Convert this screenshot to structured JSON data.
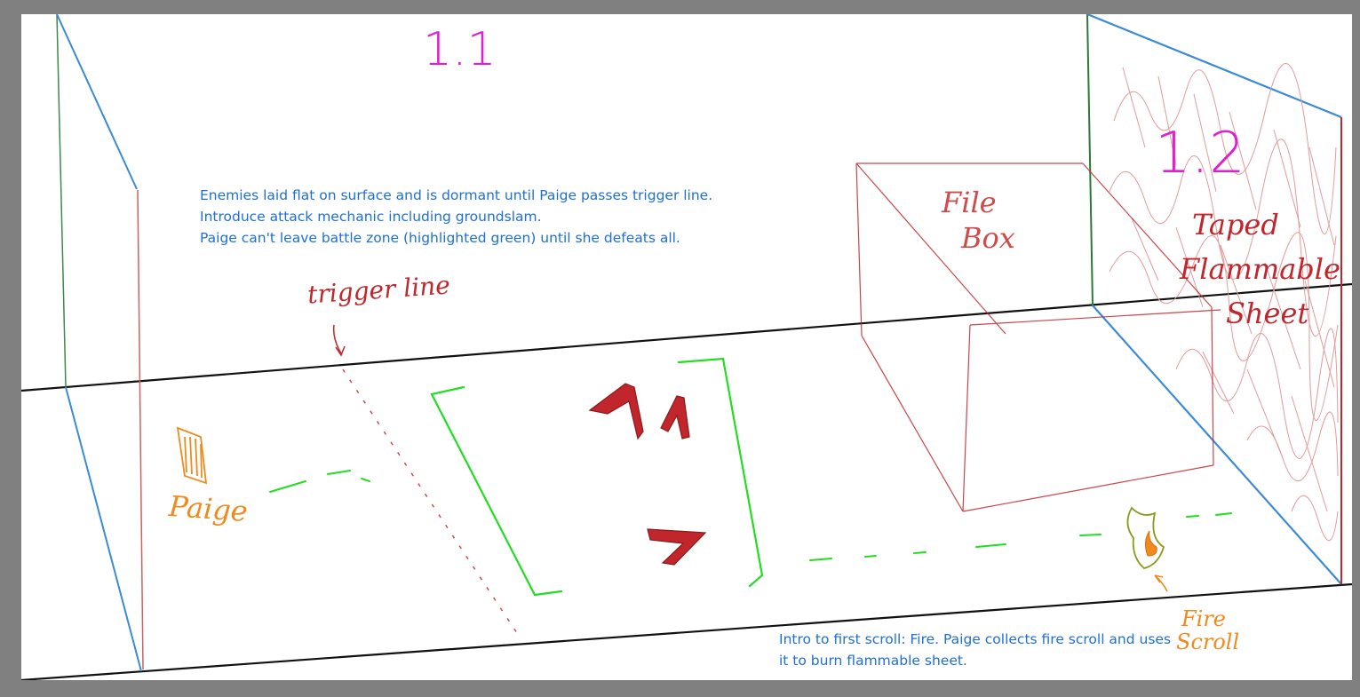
{
  "sections": {
    "first": "1.1",
    "second": "1.2"
  },
  "notes": {
    "enemy_notes": [
      "Enemies laid flat on surface and is dormant until Paige passes trigger line.",
      "Introduce attack mechanic including groundslam.",
      "Paige can't leave battle zone (highlighted green) until she defeats all."
    ],
    "scroll_notes": [
      "Intro to first scroll: Fire. Paige collects fire scroll and uses",
      "it to burn flammable sheet."
    ]
  },
  "labels": {
    "trigger_line": "trigger line",
    "player": "Paige",
    "file_box": [
      "File",
      "Box"
    ],
    "sheet": [
      "Taped",
      "Flammable",
      "Sheet"
    ],
    "fire_scroll": [
      "Fire",
      "Scroll"
    ]
  },
  "colors": {
    "section_label": "#e020d0",
    "note_text": "#1e6fd6",
    "floor_line": "#111111",
    "wall_edge": "#3a8ad8",
    "red_sketch": "#c0262b",
    "battle_zone": "#22dd22",
    "player": "#f08a1c",
    "scroll": "#8a9a1a"
  }
}
